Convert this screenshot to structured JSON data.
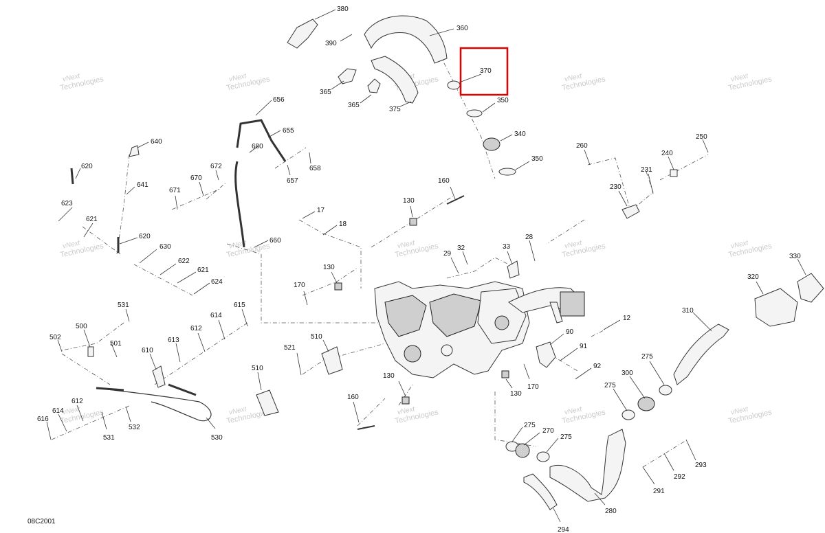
{
  "diagram": {
    "code": "08C2001",
    "watermark": {
      "line1": "vNext",
      "line2": "Technologies"
    },
    "highlighted_callout": "370",
    "callouts": [
      "380",
      "390",
      "360",
      "370",
      "365",
      "365",
      "375",
      "350",
      "340",
      "350",
      "656",
      "655",
      "680",
      "658",
      "657",
      "640",
      "620",
      "641",
      "672",
      "670",
      "671",
      "623",
      "621",
      "620",
      "630",
      "622",
      "621",
      "624",
      "17",
      "18",
      "160",
      "130",
      "130",
      "170",
      "33",
      "28",
      "32",
      "29",
      "260",
      "250",
      "240",
      "231",
      "230",
      "330",
      "320",
      "310",
      "12",
      "90",
      "91",
      "92",
      "275",
      "275",
      "300",
      "275",
      "270",
      "275",
      "293",
      "292",
      "291",
      "280",
      "294",
      "170",
      "130",
      "130",
      "510",
      "521",
      "510",
      "160",
      "531",
      "500",
      "502",
      "501",
      "610",
      "613",
      "612",
      "614",
      "615",
      "612",
      "614",
      "616",
      "532",
      "531",
      "530",
      "660"
    ]
  }
}
